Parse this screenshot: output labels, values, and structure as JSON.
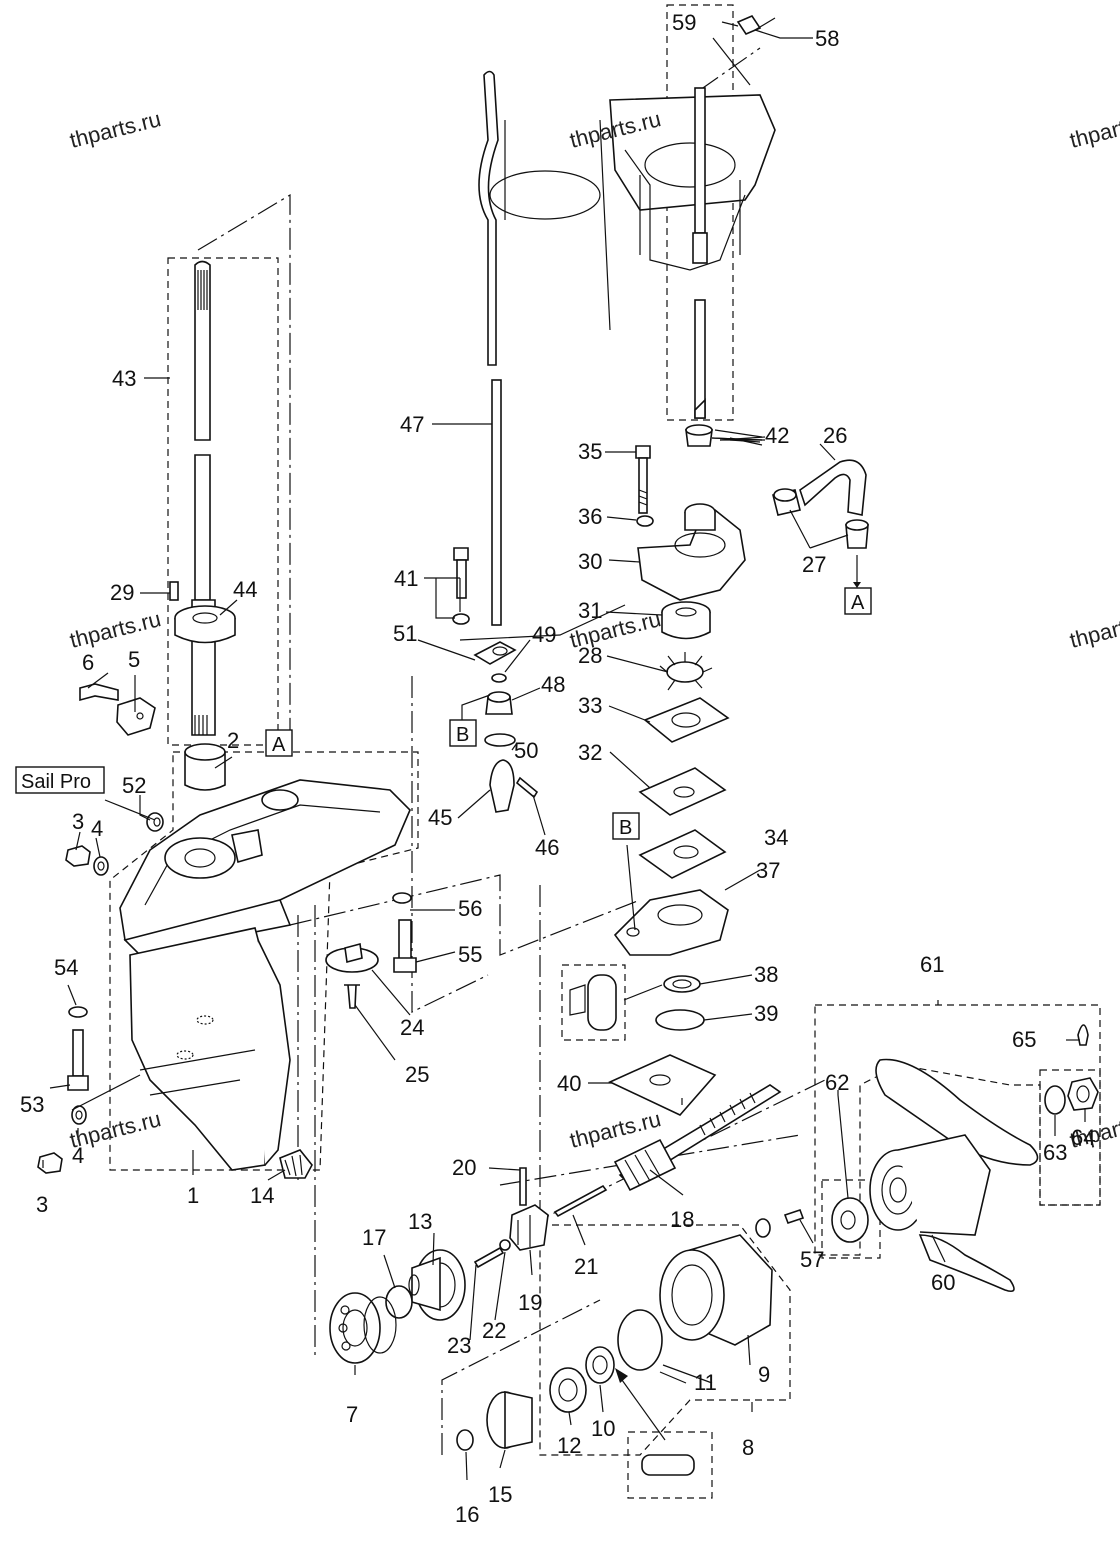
{
  "watermarks": [
    "thparts.ru",
    "thparts.ru",
    "thparts.ru",
    "thparts.ru",
    "thparts.ru",
    "thparts.ru",
    "thparts.ru",
    "thparts.ru"
  ],
  "badges": {
    "sail_pro": "Sail Pro",
    "ref_a_top": "A",
    "ref_a_right": "A",
    "ref_b_left": "B",
    "ref_b_right": "B"
  },
  "part_labels": {
    "p1": "1",
    "p2": "2",
    "p3a": "3",
    "p3b": "3",
    "p4a": "4",
    "p4b": "4",
    "p5": "5",
    "p6": "6",
    "p7": "7",
    "p8": "8",
    "p9": "9",
    "p10": "10",
    "p11": "11",
    "p12": "12",
    "p13": "13",
    "p14": "14",
    "p15": "15",
    "p16": "16",
    "p17": "17",
    "p18": "18",
    "p19": "19",
    "p20": "20",
    "p21": "21",
    "p22": "22",
    "p23": "23",
    "p24": "24",
    "p25": "25",
    "p26": "26",
    "p27": "27",
    "p28": "28",
    "p29": "29",
    "p30": "30",
    "p31": "31",
    "p32": "32",
    "p33": "33",
    "p34": "34",
    "p35": "35",
    "p36": "36",
    "p37": "37",
    "p38": "38",
    "p39": "39",
    "p40": "40",
    "p41": "41",
    "p42": "42",
    "p43": "43",
    "p44": "44",
    "p45": "45",
    "p46": "46",
    "p47": "47",
    "p48": "48",
    "p49": "49",
    "p50": "50",
    "p51": "51",
    "p52": "52",
    "p53": "53",
    "p54": "54",
    "p55": "55",
    "p56": "56",
    "p57": "57",
    "p58": "58",
    "p59": "59",
    "p60": "60",
    "p61": "61",
    "p62": "62",
    "p63": "63",
    "p64": "64",
    "p65": "65"
  }
}
